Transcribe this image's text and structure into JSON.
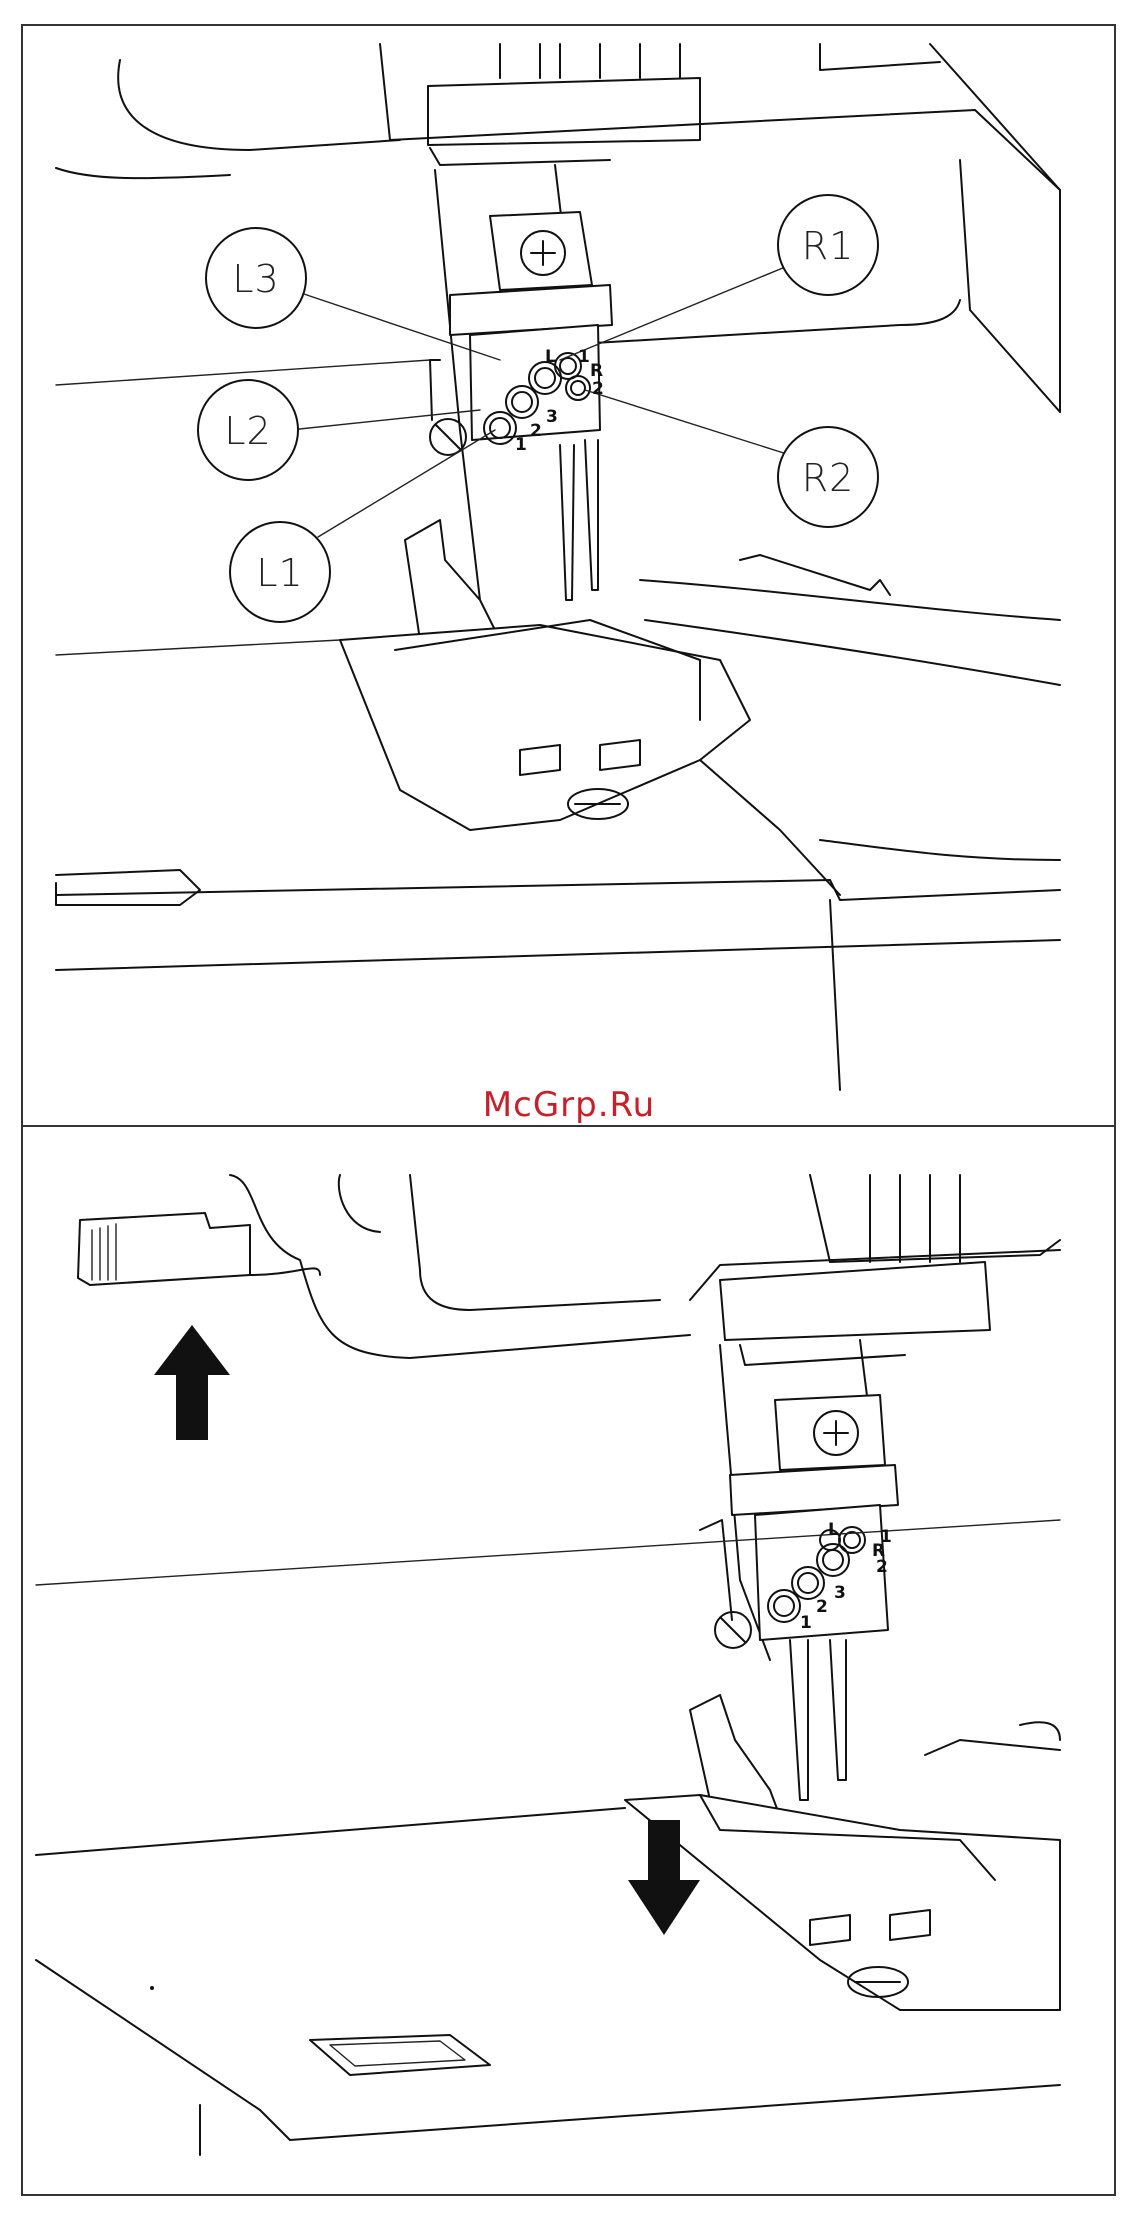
{
  "figure": {
    "top_panel": {
      "callouts": [
        {
          "id": "L3",
          "label": "L3"
        },
        {
          "id": "L2",
          "label": "L2"
        },
        {
          "id": "L1",
          "label": "L1"
        },
        {
          "id": "R1",
          "label": "R1"
        },
        {
          "id": "R2",
          "label": "R2"
        }
      ],
      "needle_clamp_marks": {
        "left_numbers": [
          "1",
          "2",
          "3"
        ],
        "right_letter": "R",
        "right_numbers": [
          "1",
          "2"
        ],
        "left_letter": "L"
      }
    },
    "bottom_panel": {
      "needle_clamp_marks": {
        "left_numbers": [
          "1",
          "2",
          "3"
        ],
        "right_letter": "R",
        "right_numbers": [
          "1",
          "2"
        ],
        "left_letter": "L"
      },
      "arrows": [
        {
          "name": "lever-up-arrow",
          "direction": "up"
        },
        {
          "name": "presser-down-arrow",
          "direction": "down"
        }
      ]
    }
  },
  "watermark": "McGrp.Ru"
}
